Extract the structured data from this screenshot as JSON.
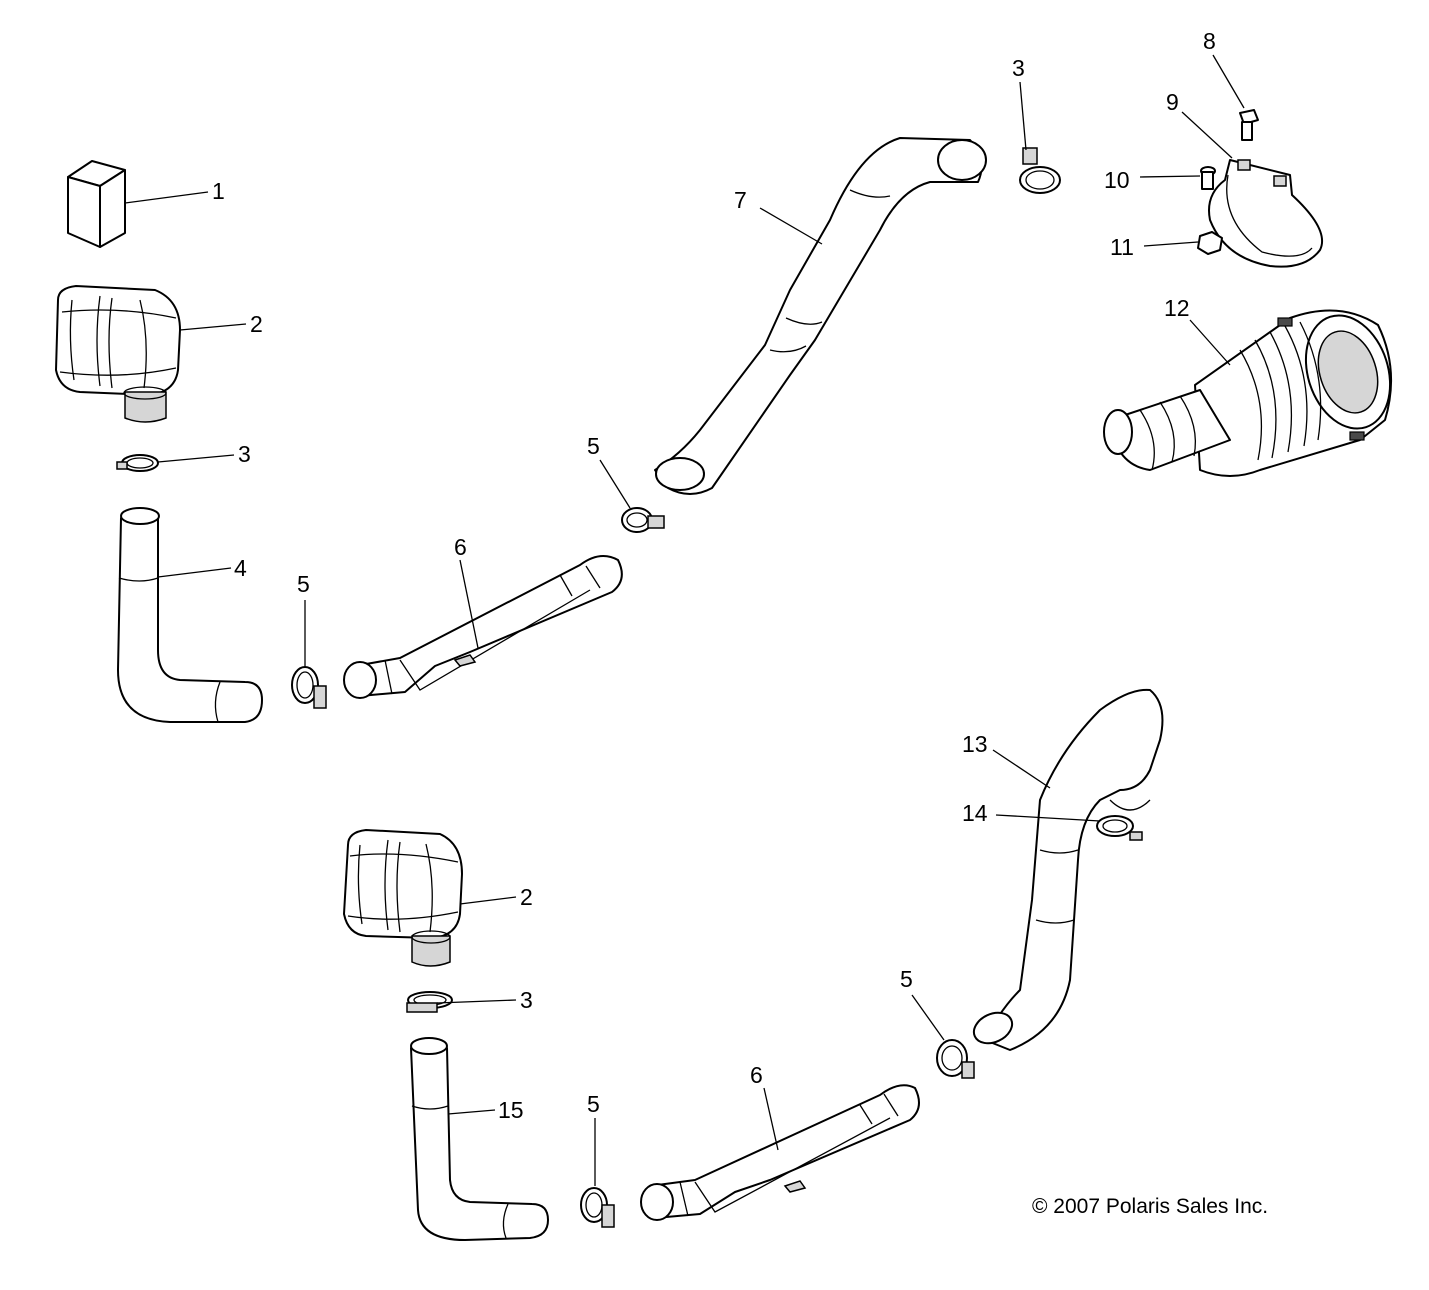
{
  "diagram": {
    "callouts": {
      "c1": "1",
      "c2a": "2",
      "c2b": "2",
      "c3a": "3",
      "c3b": "3",
      "c3c": "3",
      "c4": "4",
      "c5a": "5",
      "c5b": "5",
      "c5c": "5",
      "c5d": "5",
      "c6a": "6",
      "c6b": "6",
      "c7": "7",
      "c8": "8",
      "c9": "9",
      "c10": "10",
      "c11": "11",
      "c12": "12",
      "c13": "13",
      "c14": "14",
      "c15": "15"
    },
    "copyright": "© 2007 Polaris Sales Inc."
  }
}
